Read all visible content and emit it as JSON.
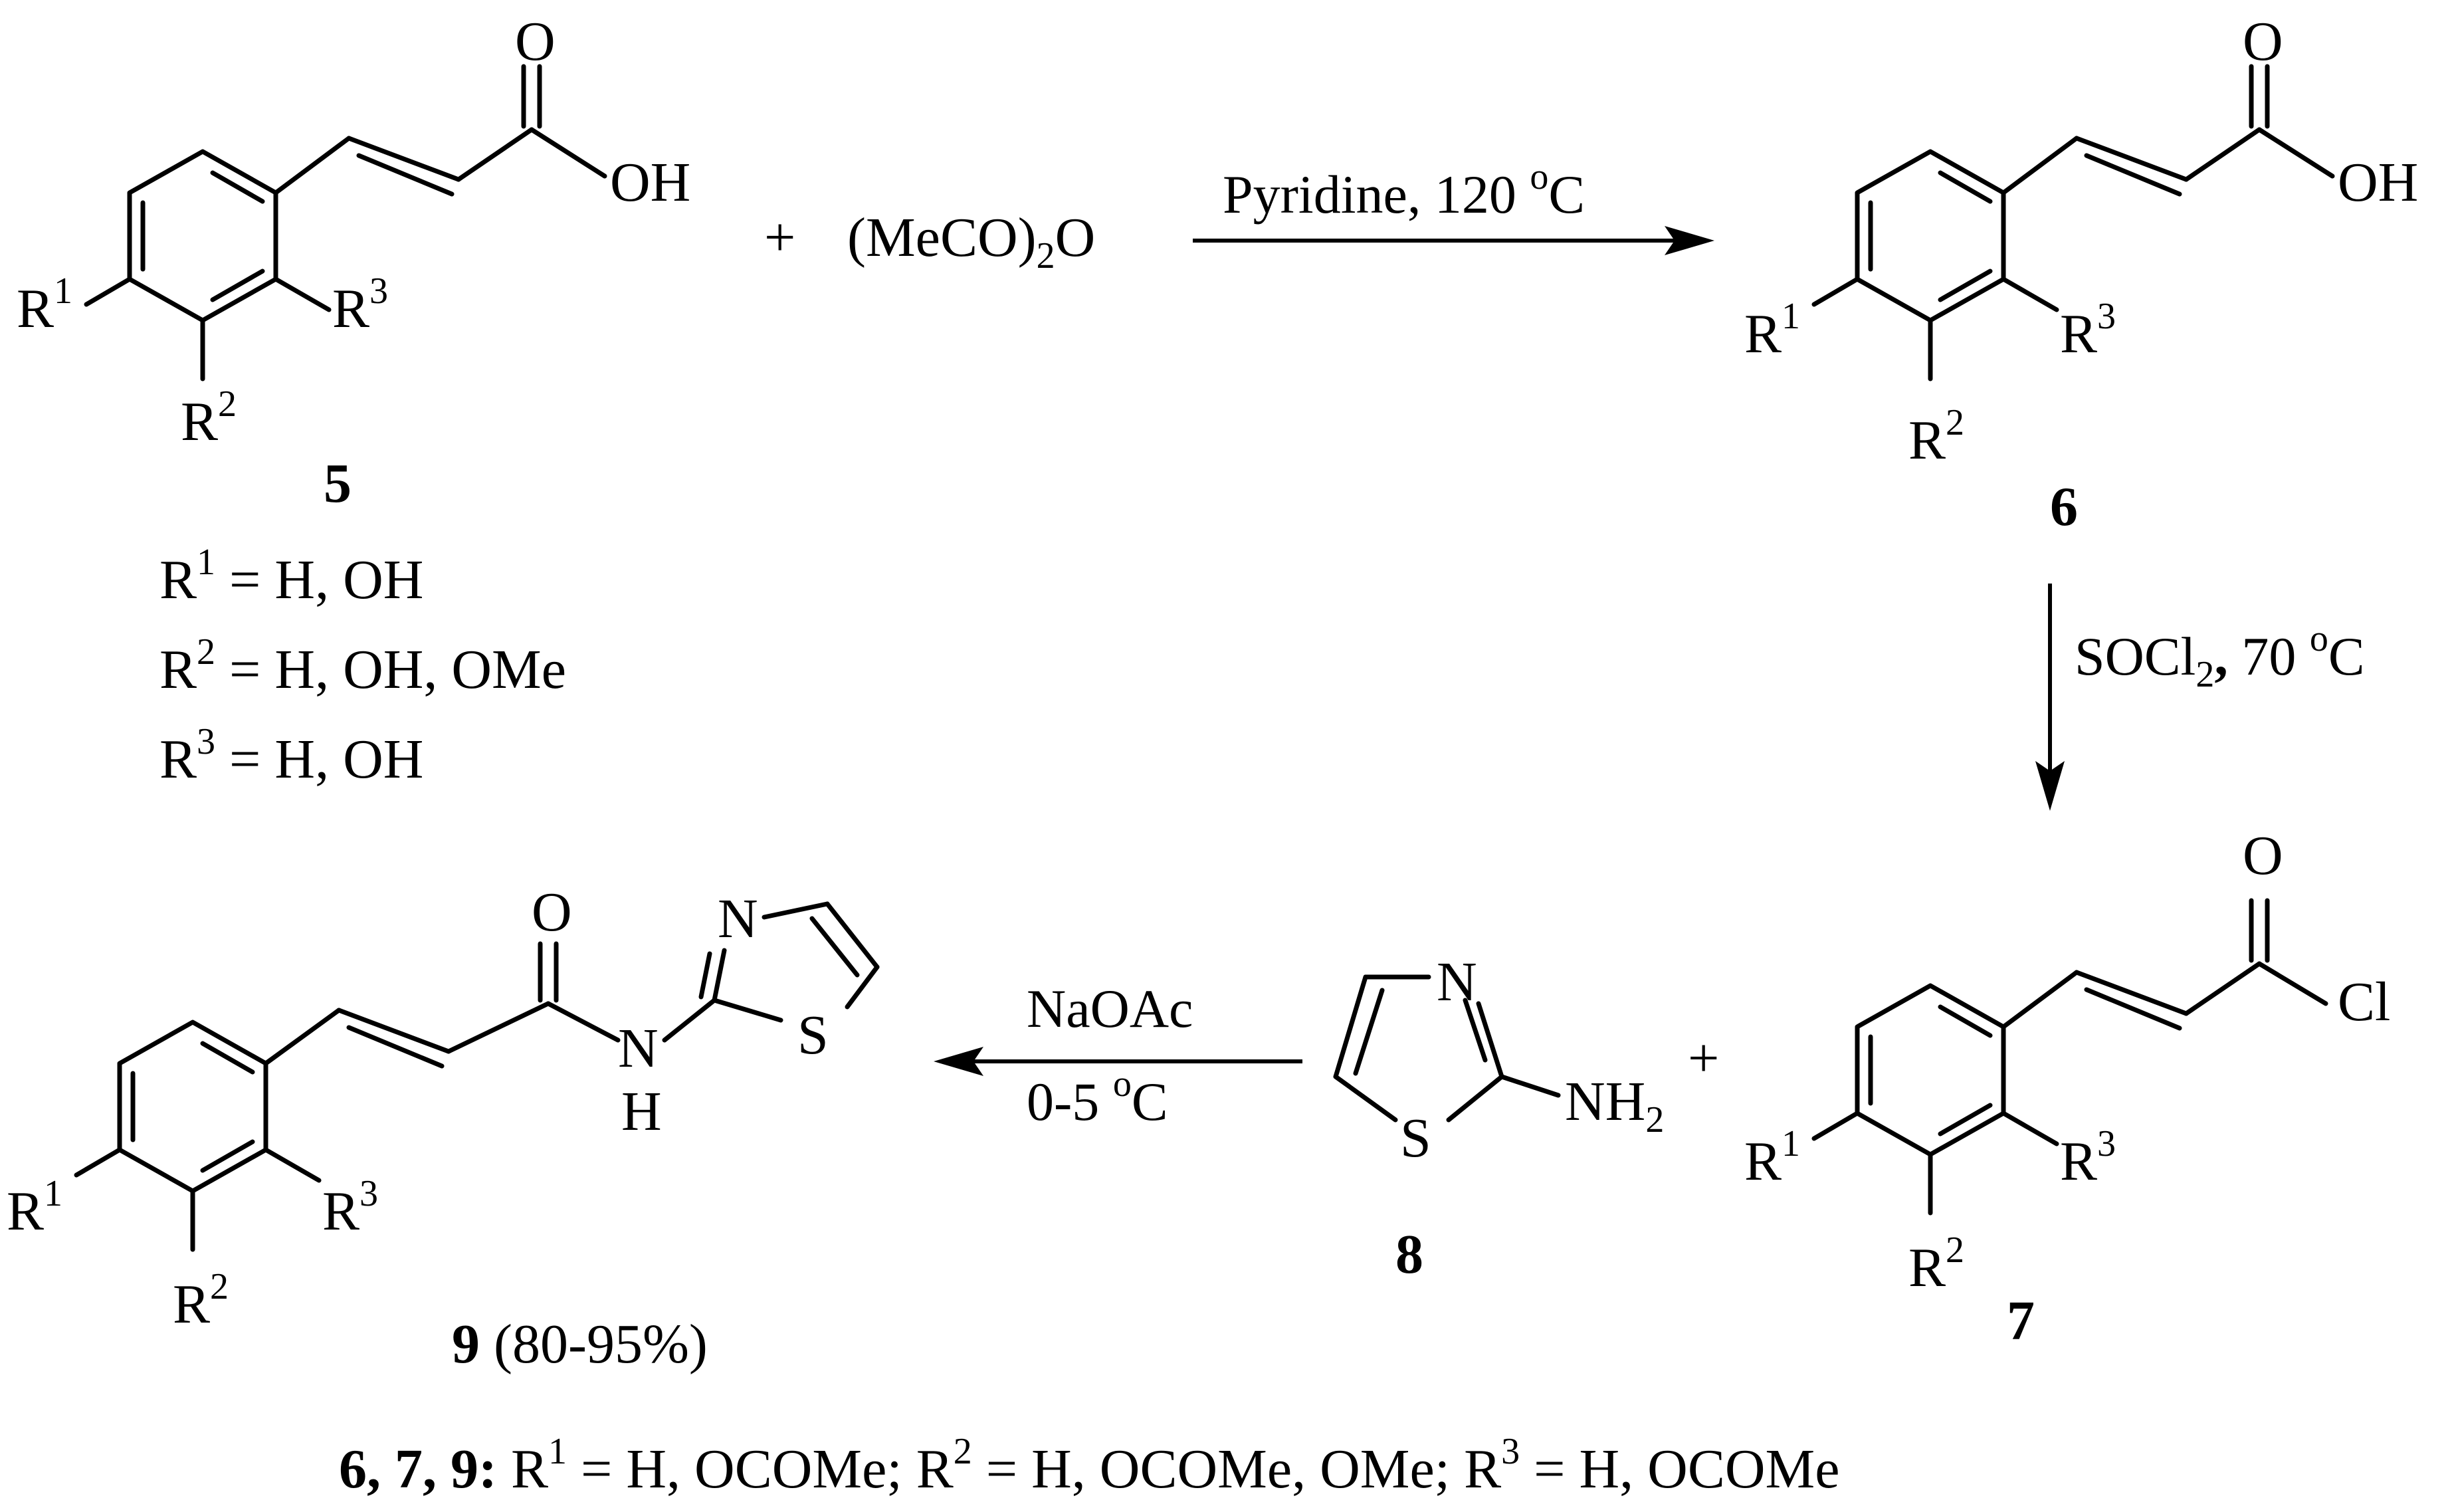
{
  "reagent_1": {
    "text": "(MeCO)",
    "sub": "2",
    "tail": "O"
  },
  "plus": "+",
  "arrow_1": {
    "text": "Pyridine, 120 ",
    "sup": "o",
    "tail": "C"
  },
  "arrow_2": {
    "text": "SOCl",
    "sub": "2",
    "comma": ",",
    "text2": " 70 ",
    "sup": "o",
    "tail": "C"
  },
  "arrow_3": {
    "line1": "NaOAc",
    "line2": "0-5 ",
    "sup": "o",
    "tail": "C"
  },
  "compounds": {
    "c5": {
      "label": "5"
    },
    "c6": {
      "label": "6"
    },
    "c7": {
      "label": "7"
    },
    "c8": {
      "label": "8"
    },
    "c9": {
      "label": "9",
      "yield": " (80-95%)"
    }
  },
  "atoms": {
    "O": "O",
    "OH": "OH",
    "Cl": "Cl",
    "N": "N",
    "S": "S",
    "H": "H",
    "NH": "NH",
    "NH2_sub": "2",
    "R": "R",
    "one": "1",
    "two": "2",
    "three": "3"
  },
  "substituents_5": [
    {
      "r": "R",
      "n": "1",
      "rest": " = H, OH"
    },
    {
      "r": "R",
      "n": "2",
      "rest": " = H, OH, OMe"
    },
    {
      "r": "R",
      "n": "3",
      "rest": " = H, OH"
    }
  ],
  "footnote": {
    "bold": "6, 7, 9:",
    "p1_r": " R",
    "p1_n": "1",
    "p1_rest": " = H, OCOMe;",
    "p2_r": " R",
    "p2_n": "2",
    "p2_rest": " = H, OCOMe, OMe;",
    "p3_r": " R",
    "p3_n": "3",
    "p3_rest": " = H, OCOMe"
  }
}
